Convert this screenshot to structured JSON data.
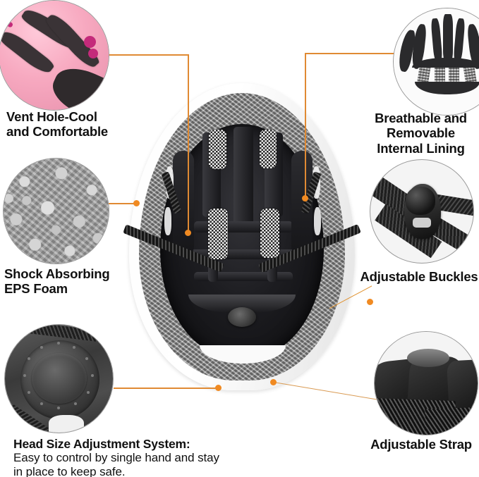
{
  "infographic": {
    "product": "bicycle helmet",
    "background_color": "#ffffff",
    "accent_color": "#e8913a",
    "text_color": "#111111",
    "features": [
      {
        "id": "vent-hole",
        "icon_name": "pink-helmet-vent-closeup",
        "caption": "Vent Hole-Cool\nand Comfortable",
        "position": "top-left",
        "align": "left"
      },
      {
        "id": "internal-lining",
        "icon_name": "removable-lining-pad-closeup",
        "caption": "Breathable and\nRemovable\nInternal Lining",
        "position": "top-right",
        "align": "center"
      },
      {
        "id": "eps-foam",
        "icon_name": "eps-foam-texture-closeup",
        "caption": "Shock Absorbing\nEPS Foam",
        "position": "middle-left",
        "align": "left"
      },
      {
        "id": "adjustable-buckles",
        "icon_name": "strap-buckle-closeup",
        "caption": "Adjustable Buckles",
        "position": "middle-right",
        "align": "center"
      },
      {
        "id": "head-size-adjustment",
        "icon_name": "adjustment-dial-closeup",
        "caption": "Head Size Adjustment System:",
        "subcaption": "Easy to control by single hand and stay\nin place to keep safe.",
        "position": "bottom-left",
        "align": "left"
      },
      {
        "id": "adjustable-strap",
        "icon_name": "chin-strap-closeup",
        "caption": "Adjustable Strap",
        "position": "bottom-right",
        "align": "center"
      }
    ],
    "center_image": {
      "name": "helmet-interior-bottom-view",
      "description": "White bicycle helmet shown from below showing EPS foam liner, black padding, mesh vents, straps and rear adjustment dial"
    }
  }
}
